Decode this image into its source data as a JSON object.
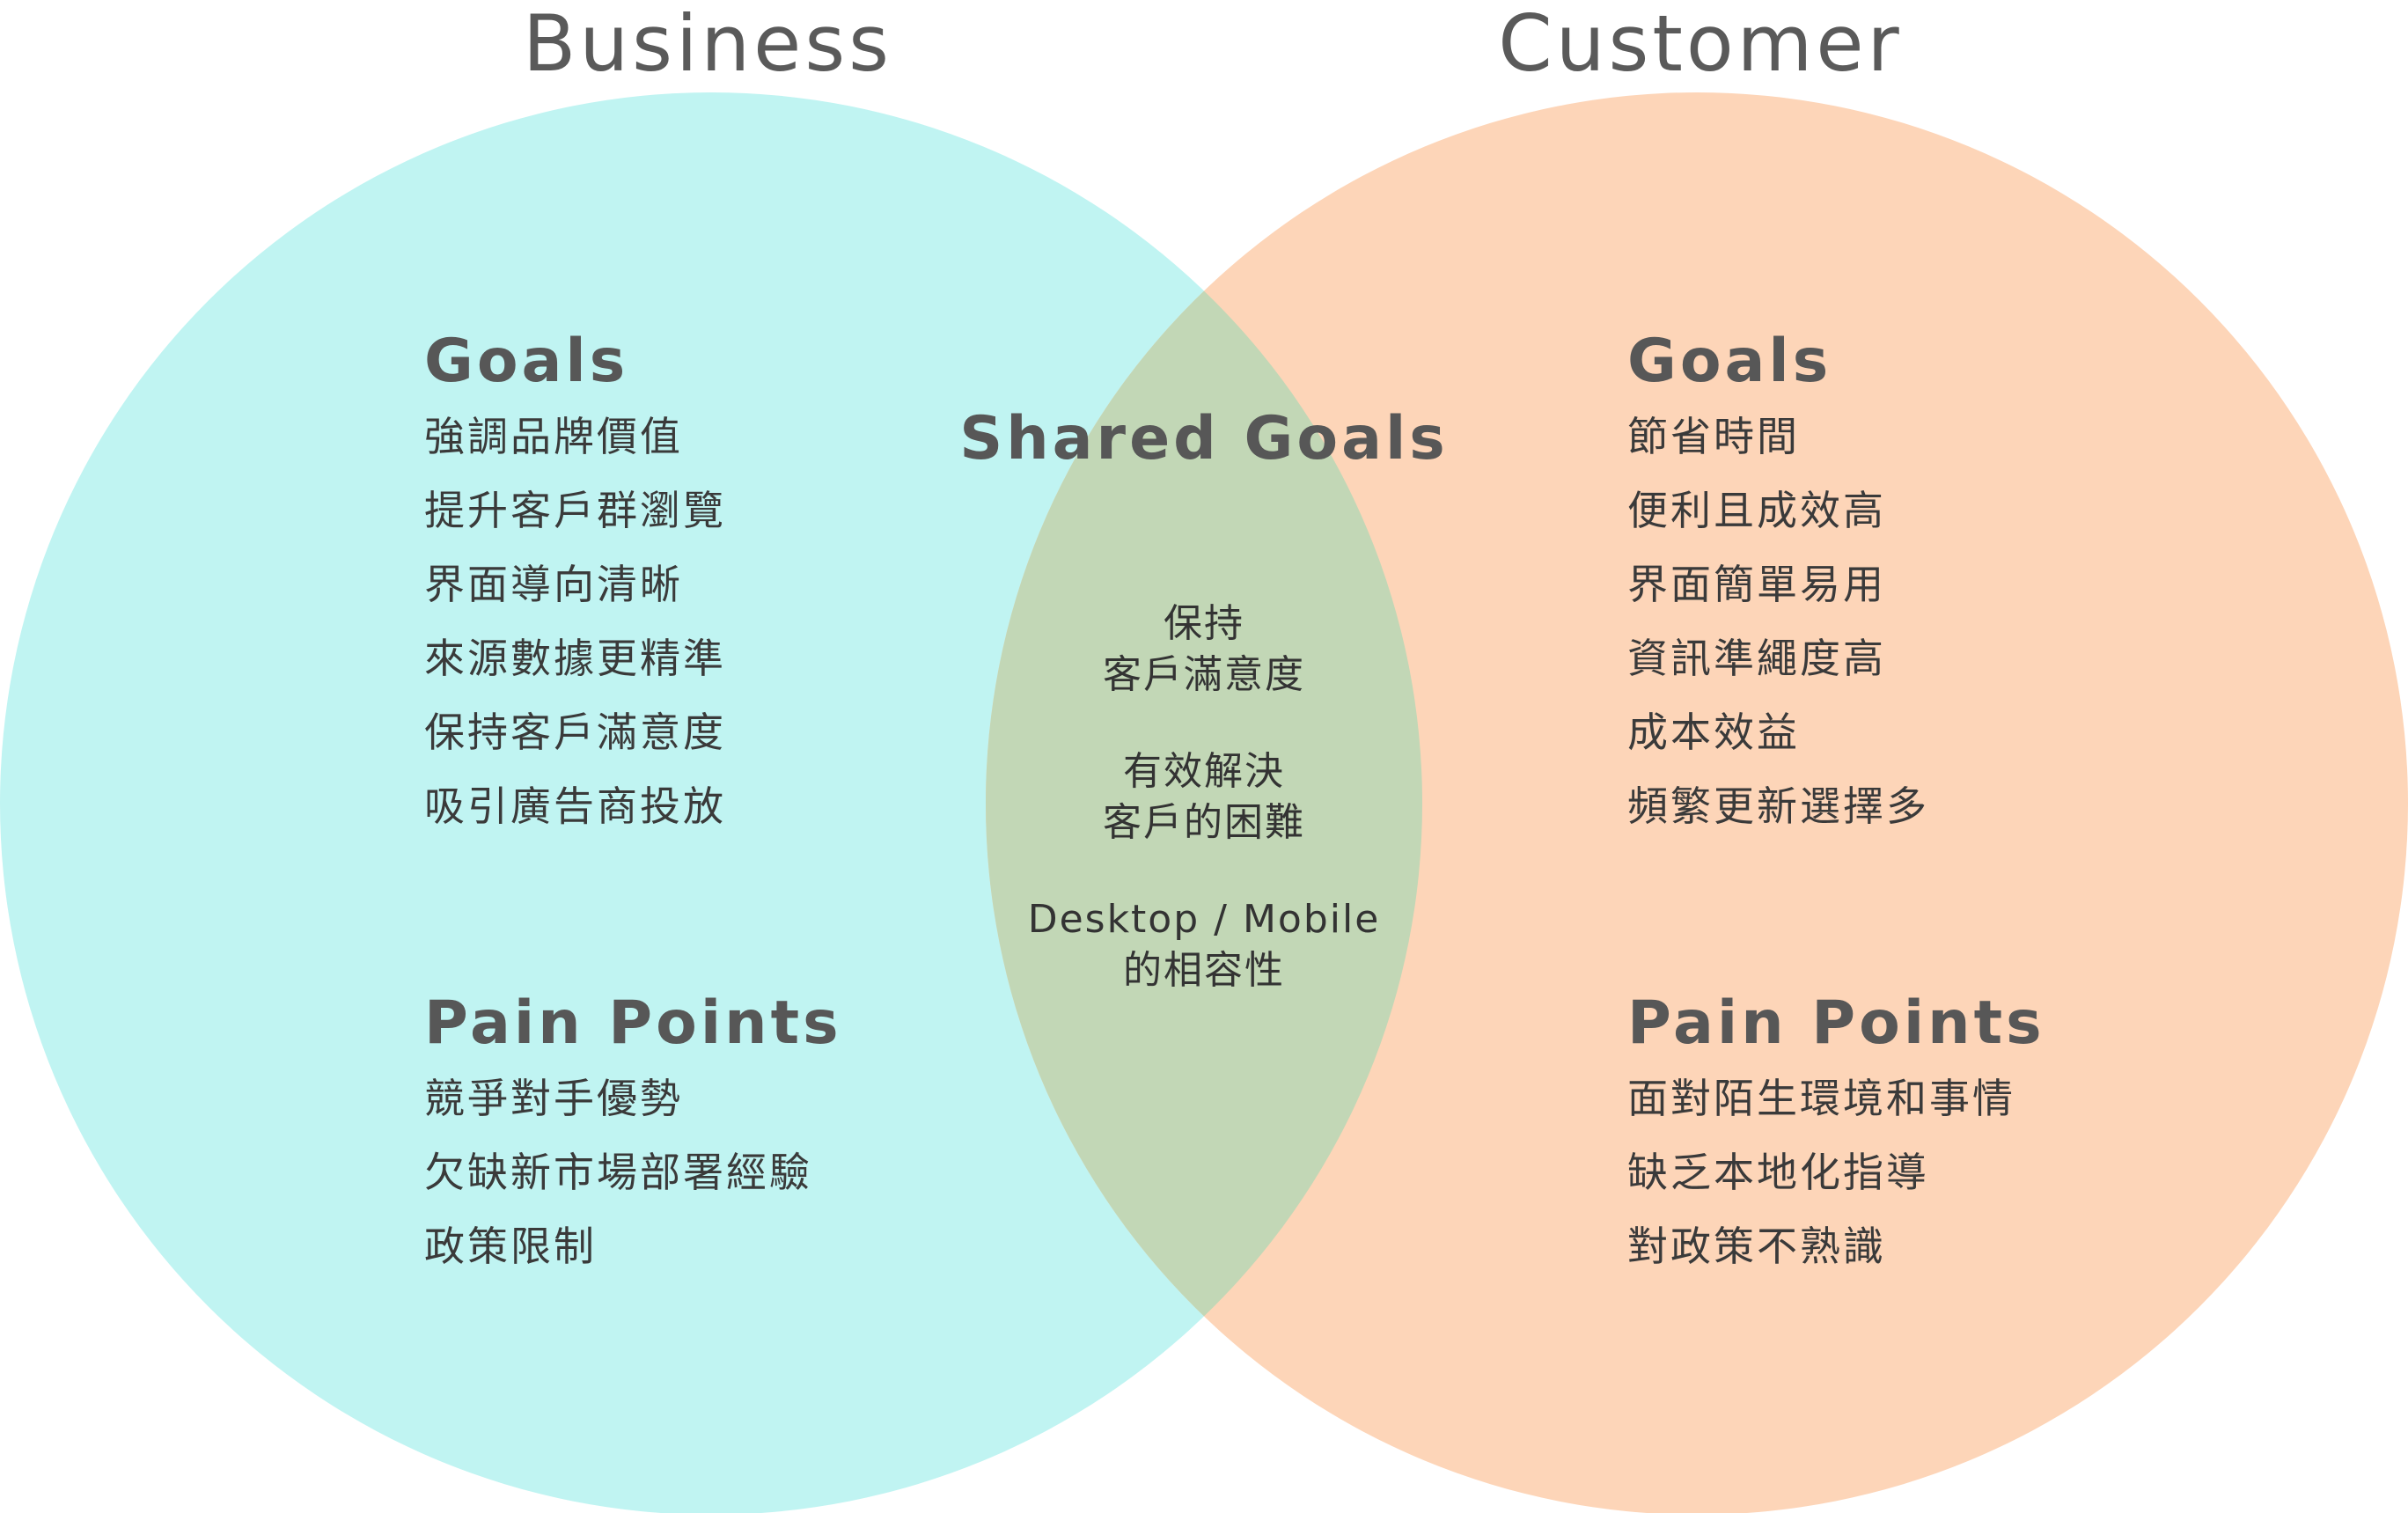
{
  "sets": {
    "business": {
      "title": "Business",
      "color": "#c0f4f2",
      "goals_heading": "Goals",
      "goals": [
        "強調品牌價值",
        "提升客戶群瀏覽",
        "界面導向清晰",
        "來源數據更精準",
        "保持客戶滿意度",
        "吸引廣告商投放"
      ],
      "pain_heading": "Pain Points",
      "pain_points": [
        "競爭對手優勢",
        "欠缺新市場部署經驗",
        "政策限制"
      ]
    },
    "customer": {
      "title": "Customer",
      "color": "#fdd5b8",
      "goals_heading": "Goals",
      "goals": [
        "節省時間",
        "便利且成效高",
        "界面簡單易用",
        "資訊準繩度高",
        "成本效益",
        "頻繁更新選擇多"
      ],
      "pain_heading": "Pain Points",
      "pain_points": [
        "面對陌生環境和事情",
        "缺乏本地化指導",
        "對政策不熟識"
      ]
    }
  },
  "shared": {
    "heading": "Shared Goals",
    "color": "#c2d7b6",
    "items": [
      [
        "保持",
        "客戶滿意度"
      ],
      [
        "有效解決",
        "客戶的困難"
      ],
      [
        "Desktop / Mobile",
        "的相容性"
      ]
    ]
  }
}
